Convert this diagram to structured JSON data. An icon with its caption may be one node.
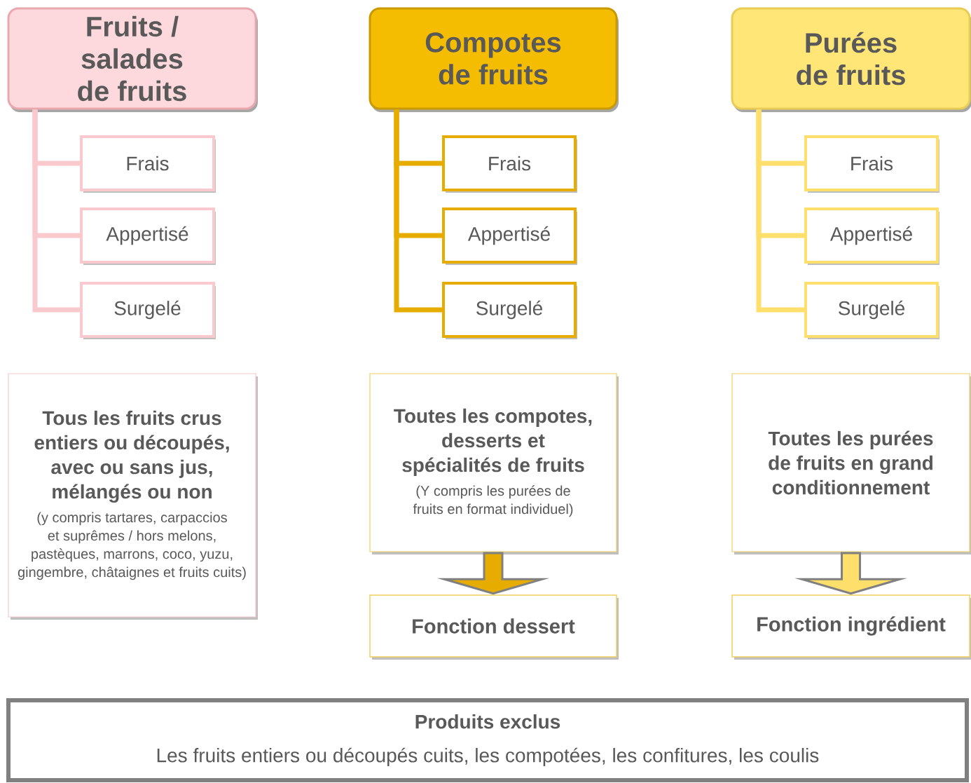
{
  "diagram": {
    "nodes": [
      {
        "text": [
          "Fruits / salades de fruits"
        ]
      },
      {
        "text": [
          "Frais"
        ]
      },
      {
        "text": [
          "Appertisé"
        ]
      },
      {
        "text": [
          "Surgelé"
        ]
      },
      {
        "text": [
          "Compotes de fruits"
        ]
      },
      {
        "text": [
          "Frais"
        ]
      },
      {
        "text": [
          "Appertisé"
        ]
      },
      {
        "text": [
          "Surgelé"
        ]
      },
      {
        "text": [
          "Purées de fruits"
        ]
      },
      {
        "text": [
          "Frais"
        ]
      },
      {
        "text": [
          "Appertisé"
        ]
      },
      {
        "text": [
          "Surgelé"
        ]
      },
      {
        "text": [
          "Tous les fruits crus entiers ou découpés, avec ou sans jus, mélangés ou non",
          "(y compris tartares, carpaccios et suprêmes / hors melons, pastèques, marrons, coco, yuzu, gingembre, châtaignes et fruits cuits)"
        ]
      },
      {
        "text": [
          "Toutes les compotes, desserts et spécialités de fruits",
          "(Y compris les purées de fruits en format individuel)"
        ]
      },
      {
        "text": [
          "Fonction dessert"
        ]
      },
      {
        "text": [
          "Toutes les purées de fruits en grand conditionnement"
        ]
      },
      {
        "text": [
          "Fonction ingrédient"
        ]
      },
      {
        "text": [
          "Produits exclus",
          "Les fruits entiers ou découpés cuits, les compotées, les confitures, les coulis"
        ]
      }
    ],
    "edges": [
      {
        "from": 0,
        "to": 1,
        "arrow": "none",
        "color": "#f9c9ce"
      },
      {
        "from": 0,
        "to": 2,
        "arrow": "none",
        "color": "#f9c9ce"
      },
      {
        "from": 0,
        "to": 3,
        "arrow": "none",
        "color": "#f9c9ce"
      },
      {
        "from": 4,
        "to": 5,
        "arrow": "none",
        "color": "#e6ad00"
      },
      {
        "from": 4,
        "to": 6,
        "arrow": "none",
        "color": "#e6ad00"
      },
      {
        "from": 4,
        "to": 7,
        "arrow": "none",
        "color": "#e6ad00"
      },
      {
        "from": 8,
        "to": 9,
        "arrow": "none",
        "color": "#ffdf6b"
      },
      {
        "from": 8,
        "to": 10,
        "arrow": "none",
        "color": "#ffdf6b"
      },
      {
        "from": 8,
        "to": 11,
        "arrow": "none",
        "color": "#ffdf6b"
      },
      {
        "from": 13,
        "to": 14,
        "arrow": "to",
        "style": "thick",
        "color": "#e6ad00"
      },
      {
        "from": 15,
        "to": 16,
        "arrow": "to",
        "style": "thick",
        "color": "#ffdf6b"
      }
    ]
  }
}
